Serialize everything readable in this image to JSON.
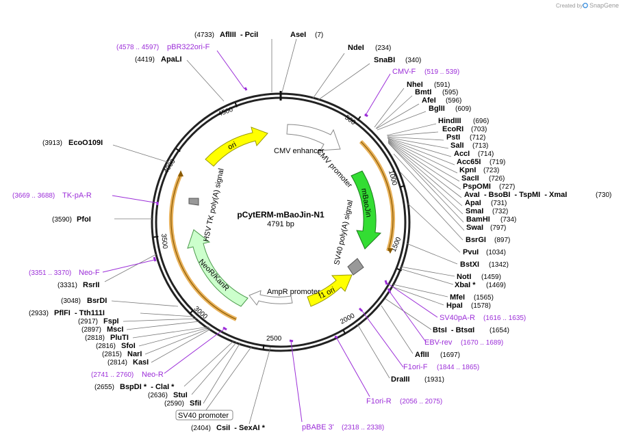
{
  "credit": {
    "text": "Created by",
    "brand": "SnapGene"
  },
  "plasmid": {
    "name": "pCytERM-mBaoJin-N1",
    "length_label": "4791 bp",
    "length": 4791
  },
  "colors": {
    "primer": "#9b2dd8",
    "ori": "#ffff00",
    "mbaojin": "#33dd33",
    "neor": "#ccffcc",
    "amp_promoter": "#ffffff",
    "polyA": "#999999",
    "arc_outer": "#e0a040"
  },
  "ring_ticks": [
    {
      "label": "500"
    },
    {
      "label": "1000"
    },
    {
      "label": "1500"
    },
    {
      "label": "2000"
    },
    {
      "label": "2500"
    },
    {
      "label": "3000"
    },
    {
      "label": "3500"
    },
    {
      "label": "4000"
    },
    {
      "label": "4500"
    }
  ],
  "features": [
    {
      "name": "CMV enhancer"
    },
    {
      "name": "CMV promoter"
    },
    {
      "name": "mBaoJin"
    },
    {
      "name": "SV40 poly(A) signal"
    },
    {
      "name": "f1 ori"
    },
    {
      "name": "AmpR promoter"
    },
    {
      "name": "NeoR/KanR"
    },
    {
      "name": "HSV TK poly(A) signal"
    },
    {
      "name": "ori"
    },
    {
      "name": "SV40 promoter"
    }
  ],
  "enzymes_right": [
    {
      "name": "NdeI",
      "pos": "(234)"
    },
    {
      "name": "SnaBI",
      "pos": "(340)"
    },
    {
      "name": "NheI",
      "pos": "(591)"
    },
    {
      "name": "BmtI",
      "pos": "(595)"
    },
    {
      "name": "AfeI",
      "pos": "(596)"
    },
    {
      "name": "BglII",
      "pos": "(609)"
    },
    {
      "name": "HindIII",
      "pos": "(696)"
    },
    {
      "name": "EcoRI",
      "pos": "(703)"
    },
    {
      "name": "PstI",
      "pos": "(712)"
    },
    {
      "name": "SalI",
      "pos": "(713)"
    },
    {
      "name": "AccI",
      "pos": "(714)"
    },
    {
      "name": "Acc65I",
      "pos": "(719)"
    },
    {
      "name": "KpnI",
      "pos": "(723)"
    },
    {
      "name": "SacII",
      "pos": "(726)"
    },
    {
      "name": "PspOMI",
      "pos": "(727)"
    },
    {
      "name": "AvaI  - BsoBI  - TspMI  - XmaI",
      "pos": "(730)"
    },
    {
      "name": "ApaI",
      "pos": "(731)"
    },
    {
      "name": "SmaI",
      "pos": "(732)"
    },
    {
      "name": "BamHI",
      "pos": "(734)"
    },
    {
      "name": "SwaI",
      "pos": "(797)"
    },
    {
      "name": "BsrGI",
      "pos": "(897)"
    },
    {
      "name": "PvuI",
      "pos": "(1034)"
    },
    {
      "name": "BstXI",
      "pos": "(1342)"
    },
    {
      "name": "NotI",
      "pos": "(1459)"
    },
    {
      "name": "XbaI *",
      "pos": "(1469)"
    },
    {
      "name": "MfeI",
      "pos": "(1565)"
    },
    {
      "name": "HpaI",
      "pos": "(1578)"
    },
    {
      "name": "BtsI  - BtsαI",
      "pos": "(1654)"
    },
    {
      "name": "AflII",
      "pos": "(1697)"
    },
    {
      "name": "DraIII",
      "pos": "(1931)"
    }
  ],
  "enzymes_left": [
    {
      "name": "AflIII  - PciI",
      "pos": "(4733)"
    },
    {
      "name": "AseI",
      "pos": "(7)"
    },
    {
      "name": "ApaLI",
      "pos": "(4419)"
    },
    {
      "name": "EcoO109I",
      "pos": "(3913)"
    },
    {
      "name": "PfoI",
      "pos": "(3590)"
    },
    {
      "name": "RsrII",
      "pos": "(3331)"
    },
    {
      "name": "BsrDI",
      "pos": "(3048)"
    },
    {
      "name": "PflFI  - Tth111I",
      "pos": "(2933)"
    },
    {
      "name": "FspI",
      "pos": "(2917)"
    },
    {
      "name": "MscI",
      "pos": "(2897)"
    },
    {
      "name": "PluTI",
      "pos": "(2818)"
    },
    {
      "name": "SfoI",
      "pos": "(2816)"
    },
    {
      "name": "NarI",
      "pos": "(2815)"
    },
    {
      "name": "KasI",
      "pos": "(2814)"
    },
    {
      "name": "BspDI *  - ClaI *",
      "pos": "(2655)"
    },
    {
      "name": "StuI",
      "pos": "(2636)"
    },
    {
      "name": "SfiI",
      "pos": "(2590)"
    },
    {
      "name": "CsiI  - SexAI *",
      "pos": "(2404)"
    }
  ],
  "primers": [
    {
      "name": "pBR322ori-F",
      "range": "(4578 .. 4597)"
    },
    {
      "name": "CMV-F",
      "range": "(519 .. 539)"
    },
    {
      "name": "TK-pA-R",
      "range": "(3669 .. 3688)"
    },
    {
      "name": "Neo-F",
      "range": "(3351 .. 3370)"
    },
    {
      "name": "SV40pA-R",
      "range": "(1616 .. 1635)"
    },
    {
      "name": "EBV-rev",
      "range": "(1670 .. 1689)"
    },
    {
      "name": "F1ori-F",
      "range": "(1844 .. 1865)"
    },
    {
      "name": "F1ori-R",
      "range": "(2056 .. 2075)"
    },
    {
      "name": "Neo-R",
      "range": "(2741 .. 2760)"
    },
    {
      "name": "pBABE 3'",
      "range": "(2318 .. 2338)"
    }
  ]
}
